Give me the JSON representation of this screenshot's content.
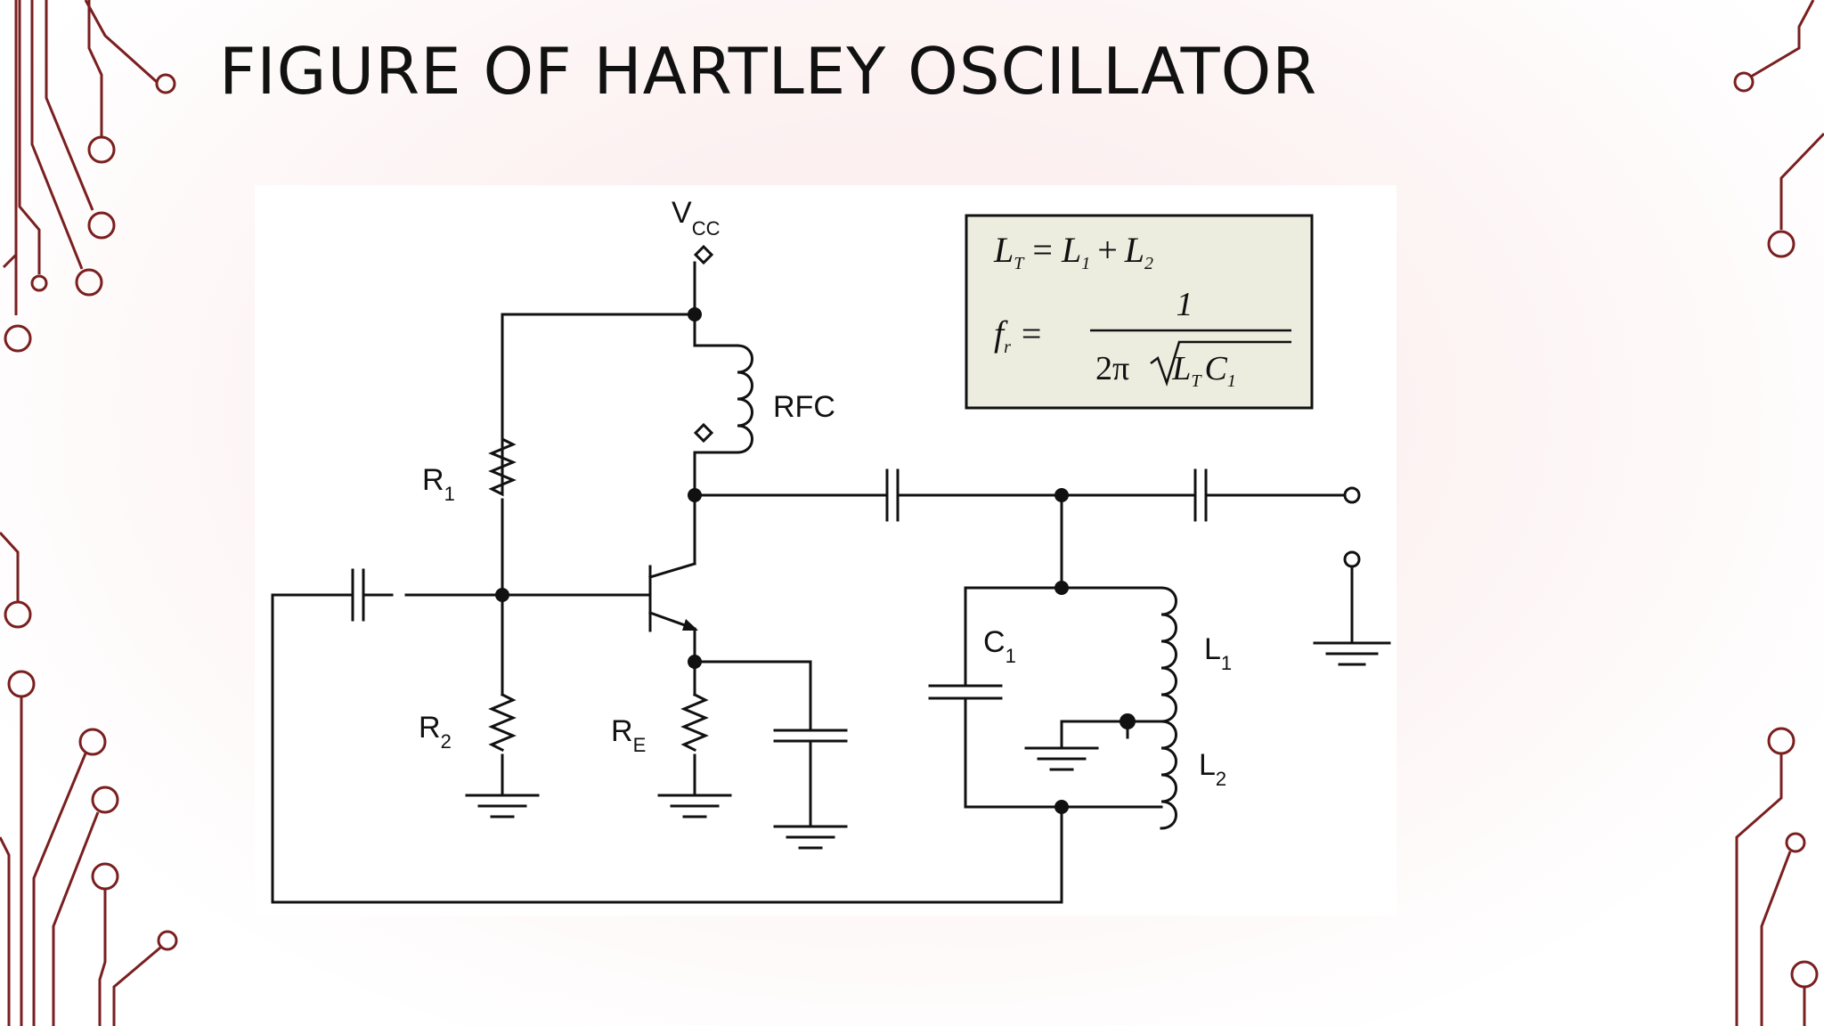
{
  "slide": {
    "title": "FIGURE OF HARTLEY OSCILLATOR",
    "accent_color": "#7a1f1f"
  },
  "diagram": {
    "labels": {
      "vcc_main": "V",
      "vcc_sub": "CC",
      "rfc": "RFC",
      "r1_main": "R",
      "r1_sub": "1",
      "r2_main": "R",
      "r2_sub": "2",
      "re_main": "R",
      "re_sub": "E",
      "c1_main": "C",
      "c1_sub": "1",
      "l1_main": "L",
      "l1_sub": "1",
      "l2_main": "L",
      "l2_sub": "2"
    },
    "formula_box": {
      "lt_lhs": "L",
      "lt_lhs_sub": "T",
      "lt_rhs_a": "L",
      "lt_rhs_a_sub": "1",
      "lt_plus": "+",
      "lt_rhs_b": "L",
      "lt_rhs_b_sub": "2",
      "lt_eq": "=",
      "fr_lhs": "f",
      "fr_lhs_sub": "r",
      "fr_eq": "=",
      "fr_numerator": "1",
      "fr_den_prefix": "2π",
      "fr_den_l": "L",
      "fr_den_l_sub": "T",
      "fr_den_c": "C",
      "fr_den_c_sub": "1",
      "background": "#ececdf"
    }
  }
}
